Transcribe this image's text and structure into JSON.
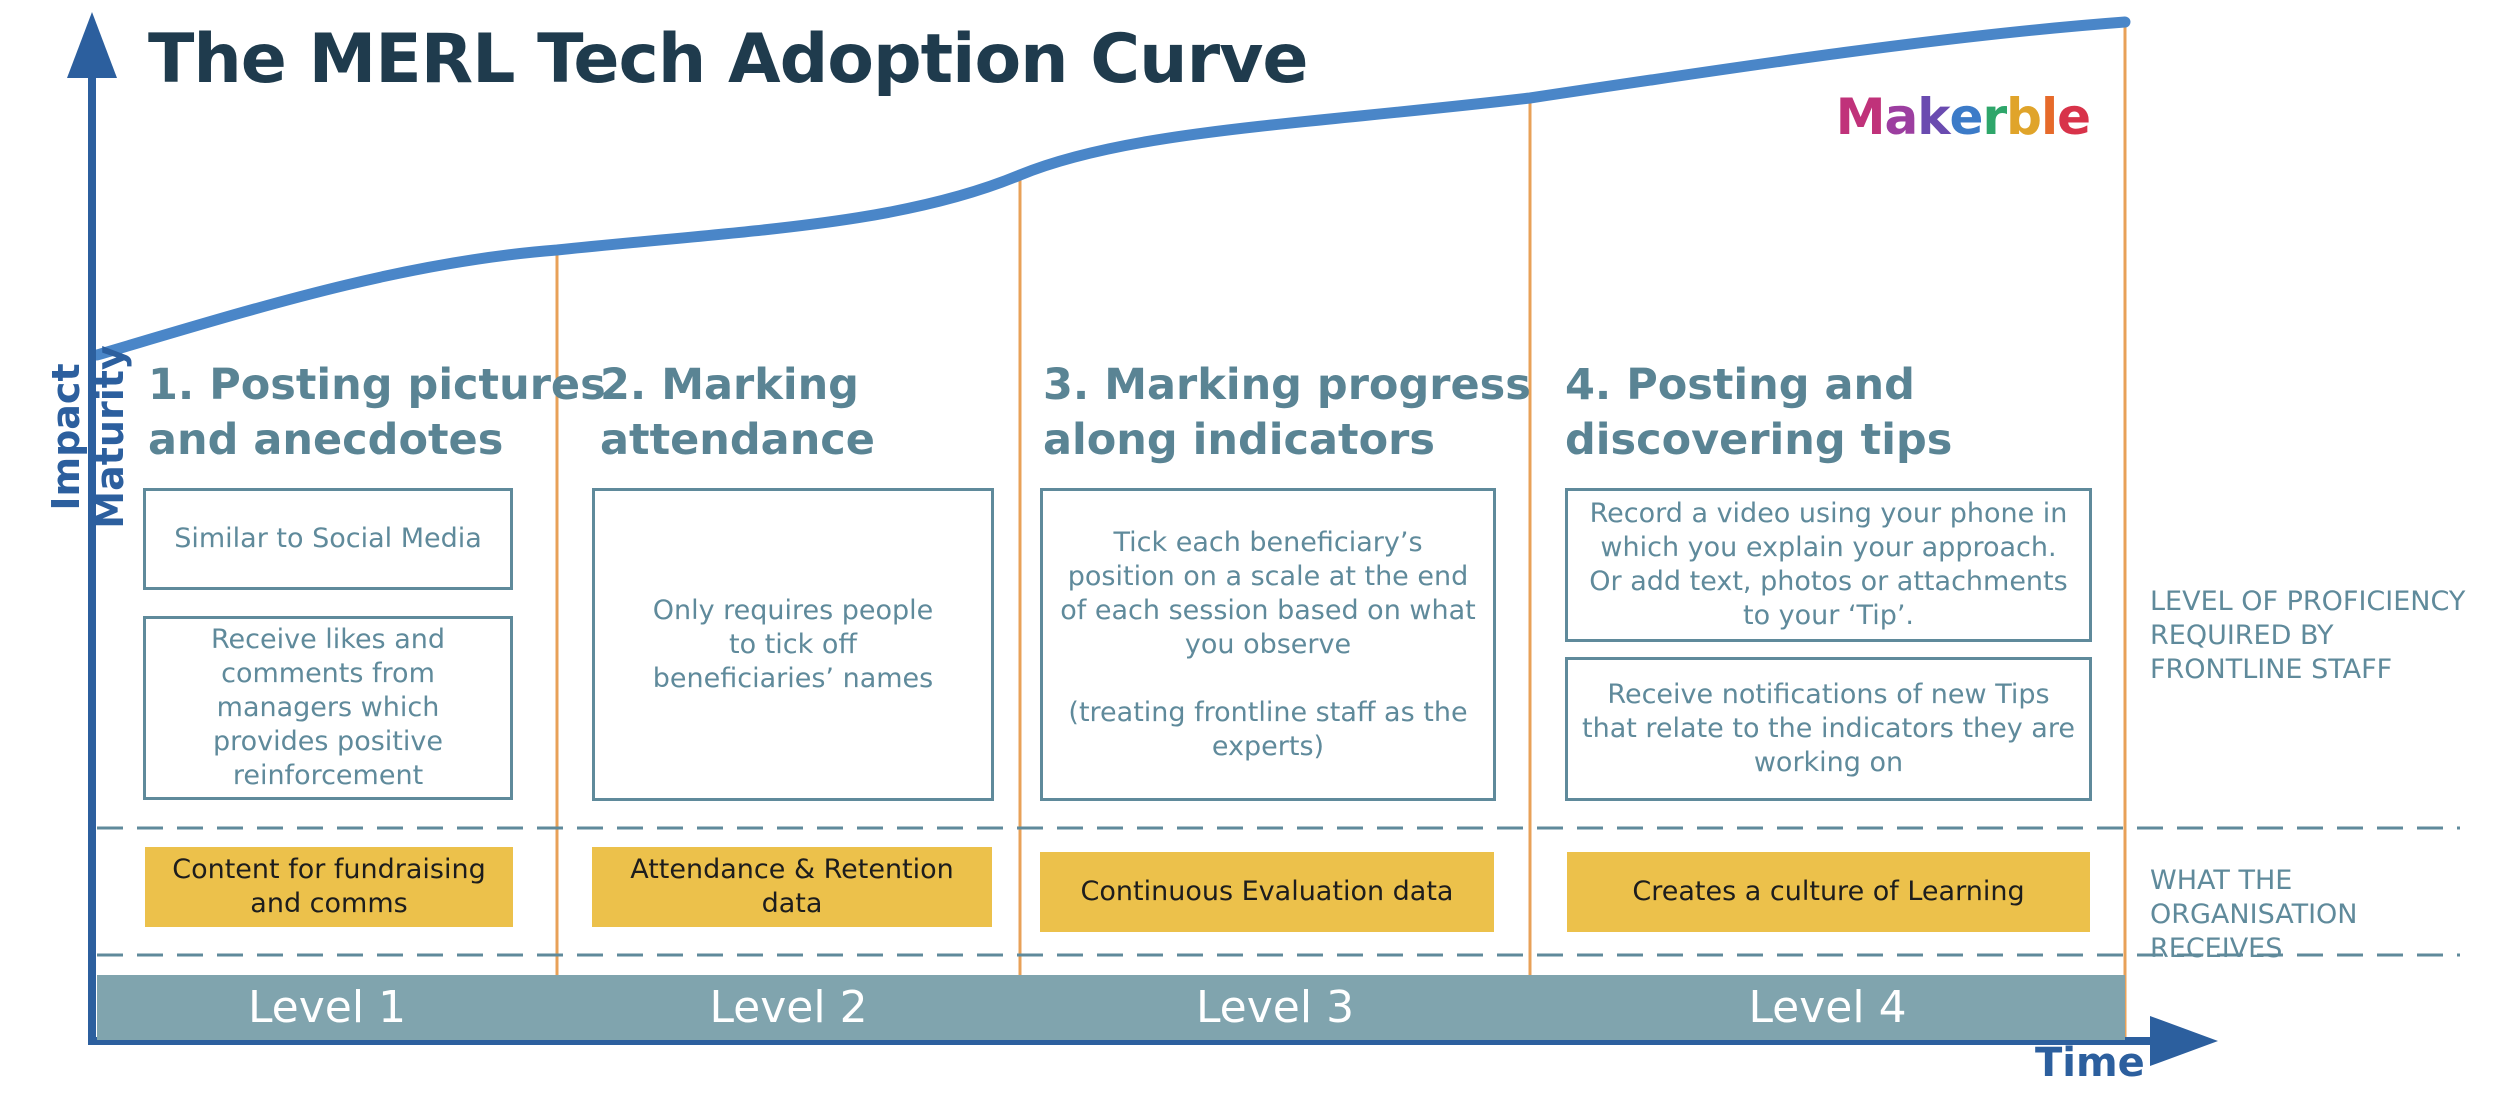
{
  "title": "The MERL Tech Adoption Curve",
  "logo": "Makerble",
  "y_axis_label": "Impact Maturity",
  "x_axis_label": "Time",
  "colors": {
    "curve": "#4a86c8",
    "axis": "#2c5f9e",
    "divider": "#e8a158",
    "box_border": "#5f8a9b",
    "yellow": "#ecc14b",
    "level_bar": "#80a4ae"
  },
  "stages": [
    {
      "title_line1": "1. Posting pictures",
      "title_line2": "and anecdotes",
      "box1": "Similar to Social Media",
      "box2": "Receive likes and comments from managers which provides positive reinforcement",
      "receives": "Content for fundraising and comms",
      "level": "Level 1"
    },
    {
      "title_line1": "2. Marking",
      "title_line2": "attendance",
      "box1": "Only requires people to tick off beneficiaries’ names",
      "receives": "Attendance & Retention data",
      "level": "Level 2"
    },
    {
      "title_line1": "3. Marking progress",
      "title_line2": "along indicators",
      "box1": "Tick each beneficiary’s position on a scale at the end of each session based on what you observe",
      "box1_note": "(treating frontline staff as the experts)",
      "receives": "Continuous Evaluation data",
      "level": "Level 3"
    },
    {
      "title_line1": "4. Posting and",
      "title_line2": "discovering tips",
      "box1": "Record a video using your phone in which you explain your approach. Or add text, photos or attachments to your ‘Tip’.",
      "box2": "Receive notifications of new Tips that relate to the indicators they are working on",
      "receives": "Creates a culture of Learning",
      "level": "Level 4"
    }
  ],
  "side_labels": {
    "proficiency": "LEVEL OF PROFICIENCY REQUIRED BY FRONTLINE STAFF",
    "receives": "WHAT THE ORGANISATION RECEIVES"
  }
}
